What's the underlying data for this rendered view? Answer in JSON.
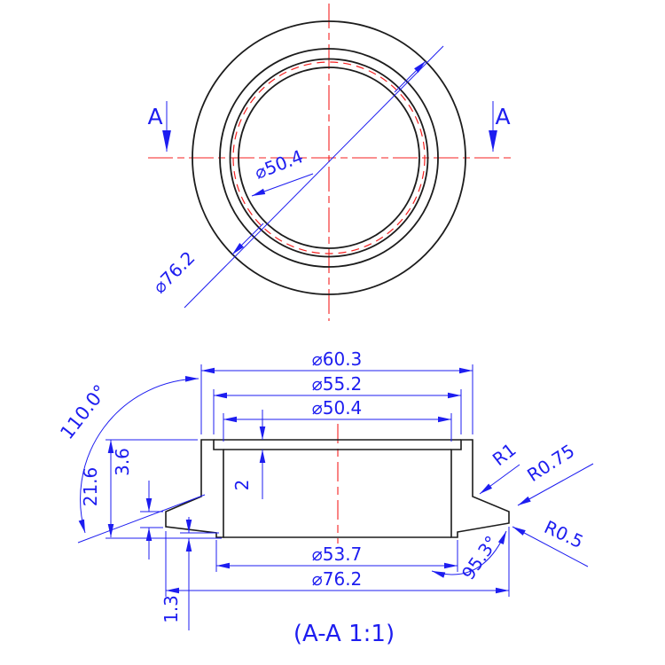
{
  "drawing": {
    "type": "engineering-section-drawing",
    "colors": {
      "outline": "#1c1c1c",
      "dimension_blue": "#1d1df0",
      "centerline_red": "#f42020",
      "background": "#ffffff"
    },
    "top_view": {
      "section_marker_left": "A",
      "section_marker_right": "A",
      "dim_bore": "⌀50.4",
      "dim_flange_od": "⌀76.2"
    },
    "section_view": {
      "title": "(A-A 1:1)",
      "dim_ferrule_od": "⌀60.3",
      "dim_seat_od": "⌀55.2",
      "dim_bore": "⌀50.4",
      "dim_step": "⌀53.7",
      "dim_flange_od": "⌀76.2",
      "dim_overall_height": "21.6",
      "dim_rim_height": "3.6",
      "dim_lip_depth": "2",
      "dim_step_height": "1.3",
      "angle_flare": "110.0°",
      "angle_tip": "95.3°",
      "radius_fillet": "R1",
      "radius_tip_top": "R0.75",
      "radius_tip_bottom": "R0.5"
    }
  }
}
